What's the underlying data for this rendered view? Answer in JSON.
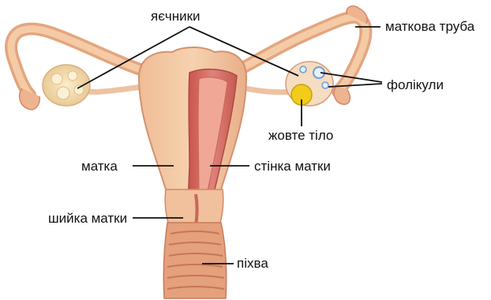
{
  "labels": {
    "ovaries": "яєчники",
    "fallopian_tube": "маткова труба",
    "follicles": "фолікули",
    "corpus_luteum": "жовте тіло",
    "uterus": "матка",
    "uterine_wall": "стінка матки",
    "cervix": "шийка матки",
    "vagina": "піхва"
  },
  "colors": {
    "tissue": "#f2c7a1",
    "tissue_dark": "#d98e6e",
    "muscle": "#d76d63",
    "ovary": "#f5e2b5",
    "corpus_luteum": "#f2cc1a",
    "follicle": "#6a9ed8",
    "leader_line": "#111111"
  }
}
